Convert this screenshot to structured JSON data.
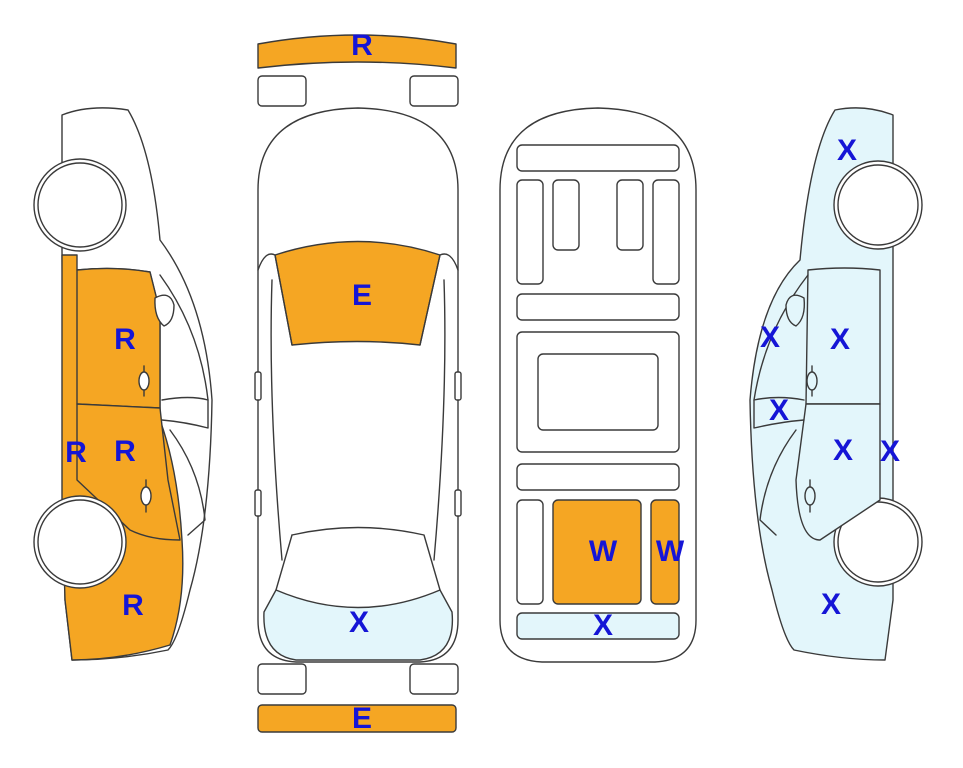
{
  "colors": {
    "replace": "#F5A623",
    "scratch": "#E3F6FB",
    "outline": "#3a3a3a",
    "label": "#1515D6"
  },
  "marks": {
    "front_bumper": "R",
    "left_front_door": "R",
    "left_rear_door": "R",
    "left_rocker": "R",
    "left_quarter_panel": "R",
    "roof_panel": "E",
    "rear_window": "X",
    "rear_bumper": "E",
    "trunk_floor_left": "W",
    "trunk_floor_right": "W",
    "trunk_rear_panel": "X",
    "right_front_fender": "X",
    "right_mirror": "X",
    "right_front_door": "X",
    "right_pillar": "X",
    "right_rear_door": "X",
    "right_rocker": "X",
    "right_quarter_panel": "X"
  }
}
